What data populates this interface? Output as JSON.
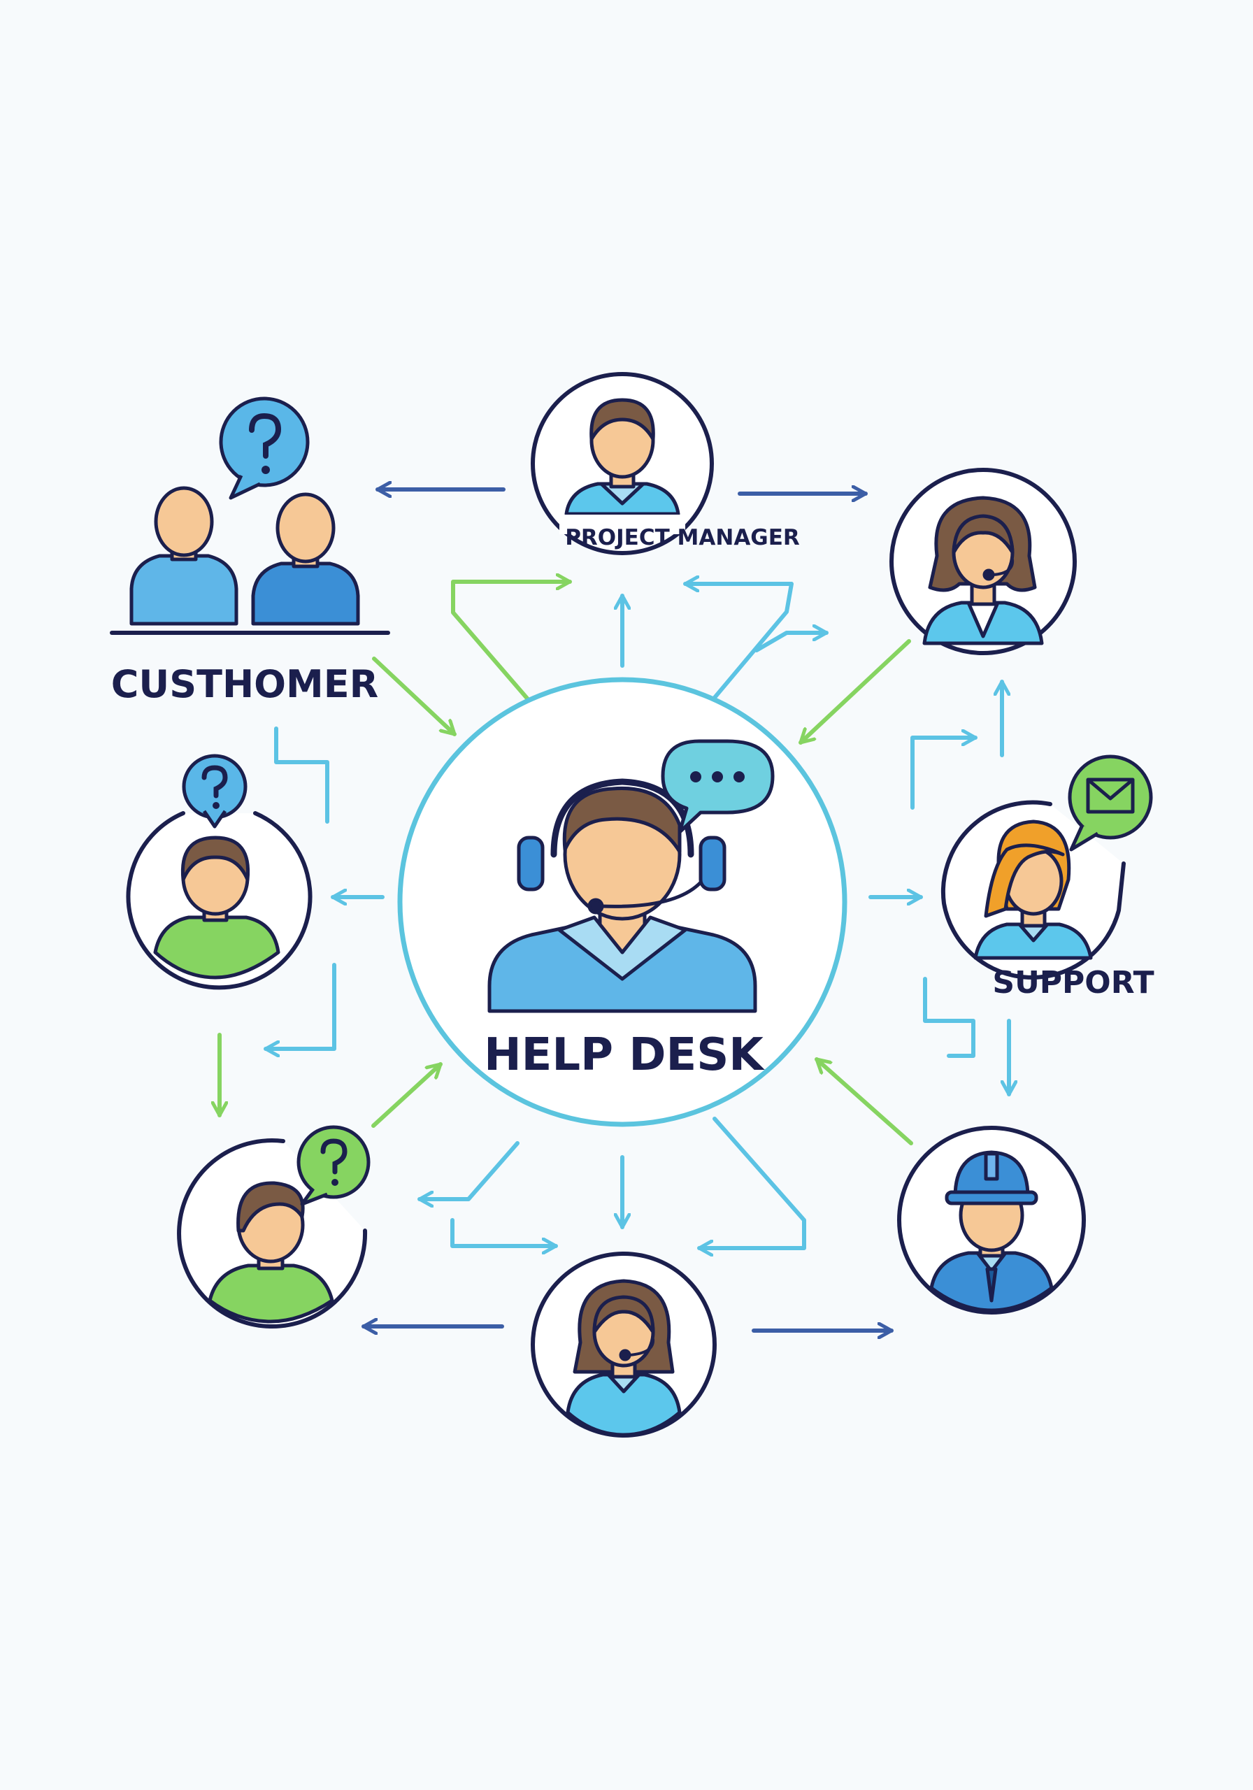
{
  "labels": {
    "help_desk": "HELP DESK",
    "project_manager": "PROJECT MANAGER",
    "customer": "CUSTHOMER",
    "support": "SUPPORT"
  },
  "colors": {
    "background": "#f7fafc",
    "outline": "#1b1f4d",
    "hub_ring": "#5bc4de",
    "arrow_navy": "#3c5ea6",
    "arrow_cyan": "#5cc3e4",
    "arrow_green": "#86d461",
    "shirt_blue": "#5fb6e8",
    "shirt_cyan": "#5cc7ec",
    "shirt_green": "#86d461",
    "skin": "#f6c896",
    "hair_brown": "#7a5a44",
    "hair_orange": "#f0a02a",
    "bubble_blue": "#5ab7e8",
    "bubble_green": "#86d461",
    "bubble_teal": "#6fd0e0",
    "helmet": "#3b8fd6"
  },
  "icons": [
    "question-bubble-icon",
    "chat-bubble-icon",
    "mail-bubble-icon",
    "headset-icon",
    "hard-hat-icon"
  ]
}
